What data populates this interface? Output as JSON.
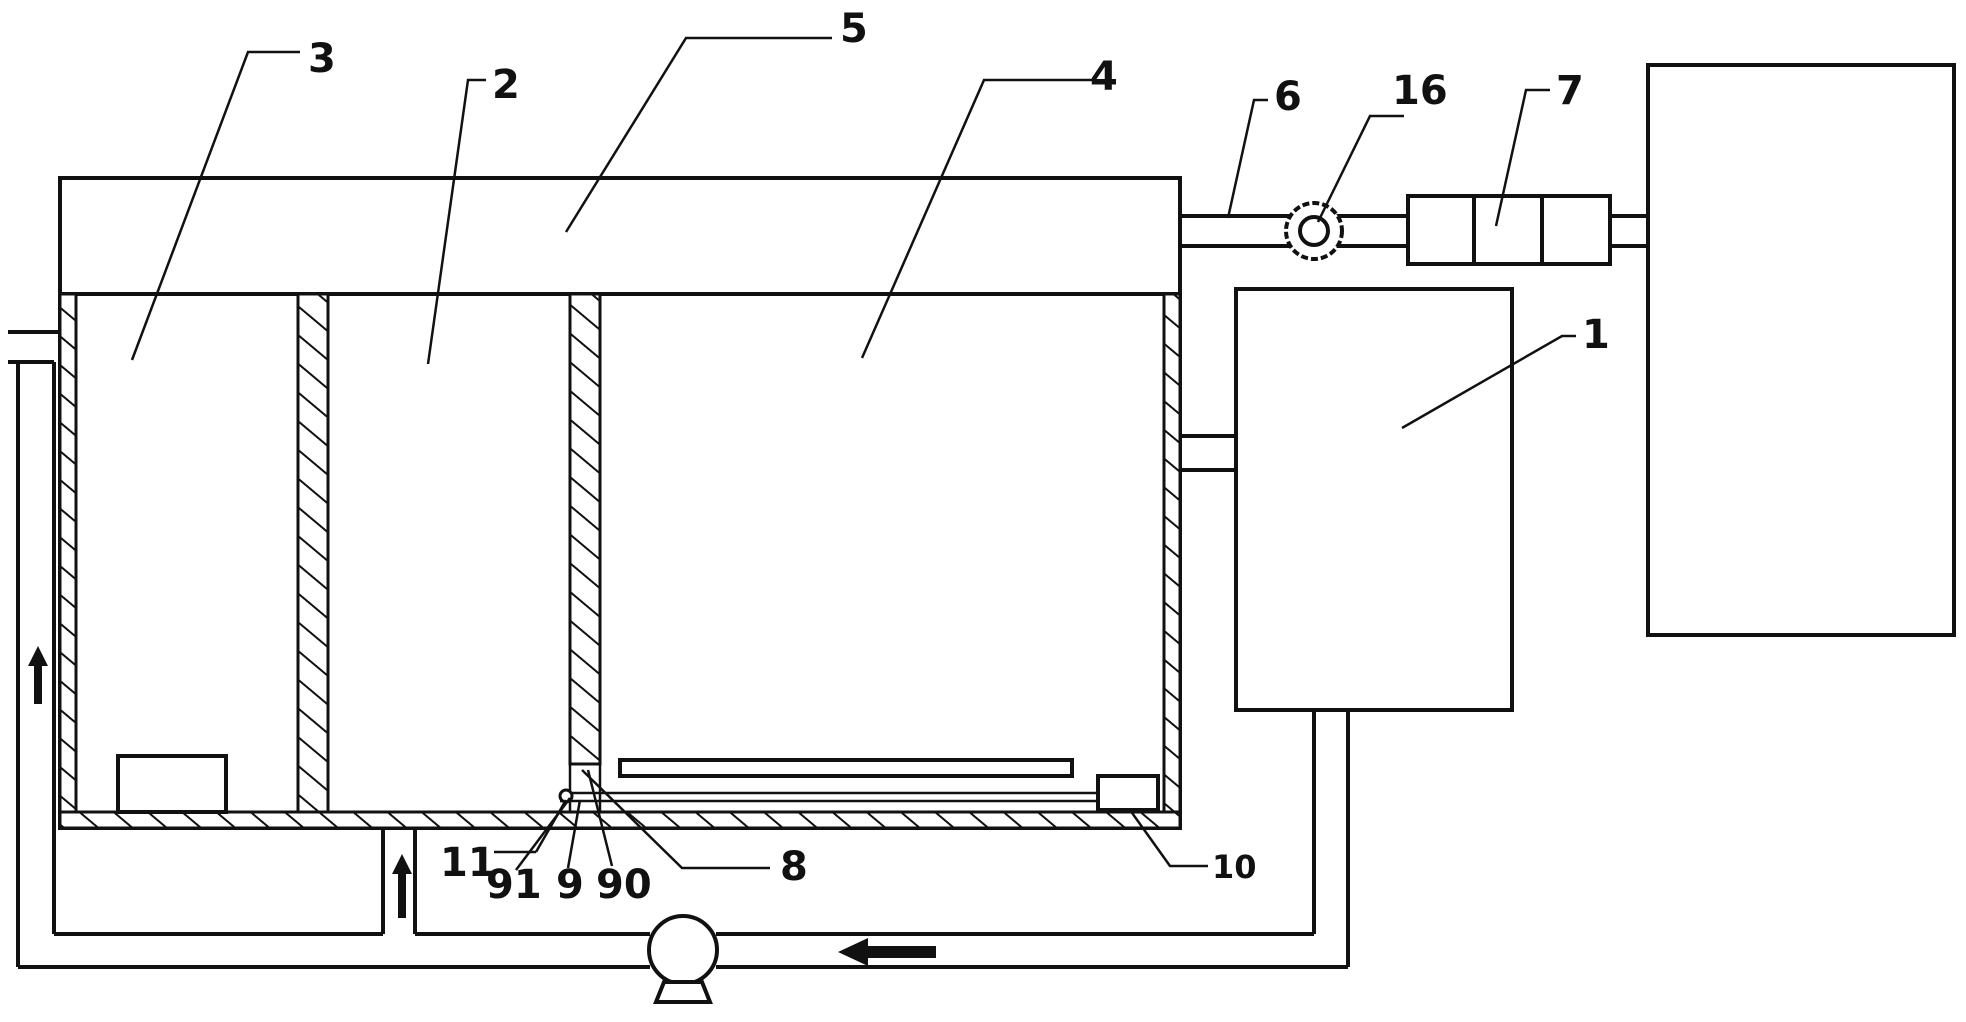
{
  "labels": {
    "l1": "1",
    "l2": "2",
    "l3": "3",
    "l4": "4",
    "l5": "5",
    "l6": "6",
    "l7": "7",
    "l8": "8",
    "l9": "9",
    "l10": "10",
    "l11": "11",
    "l16": "16",
    "l90": "90",
    "l91": "91"
  }
}
